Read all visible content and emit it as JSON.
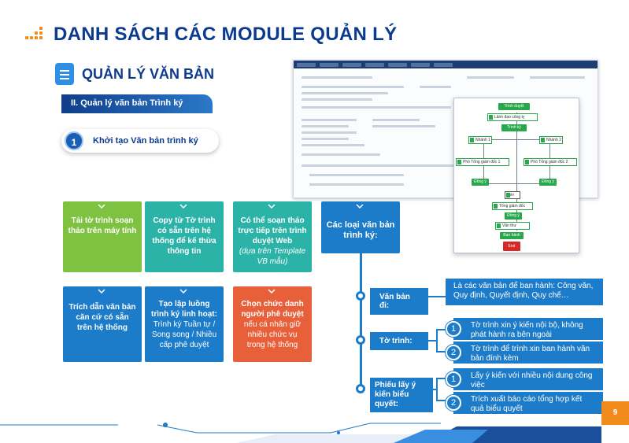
{
  "page": {
    "title": "DANH SÁCH CÁC MODULE QUẢN LÝ",
    "section": "QUẢN LÝ VĂN BẢN",
    "subsection": "II. Quản lý văn bản Trình ký",
    "step": {
      "number": "1",
      "label": "Khởi tạo Văn bản trình ký"
    },
    "page_number": "9"
  },
  "colors": {
    "navy": "#0b3a8f",
    "blue": "#1c7cc9",
    "green": "#7fc241",
    "teal": "#2bb3a7",
    "red": "#e8603a",
    "orange": "#f08b1c"
  },
  "cards_row1": [
    {
      "bold": "Tải tờ trình soạn thảo trên máy tính",
      "normal": "",
      "italic": "",
      "color": "green"
    },
    {
      "bold": "Copy từ Tờ trình có sẵn trên hệ thống để kế thừa thông tin",
      "normal": "",
      "italic": "",
      "color": "teal"
    },
    {
      "bold": "Có thể soạn thảo trực tiếp trên trình duyệt Web",
      "normal": "",
      "italic": "(dựa trên Template VB mẫu)",
      "color": "teal"
    }
  ],
  "cards_row2": [
    {
      "bold": "Trích dẫn văn bản căn cứ có sẵn trên hệ thống",
      "normal": "",
      "italic": "",
      "color": "blue"
    },
    {
      "bold": "Tạo lập luồng trình ký linh hoạt:",
      "normal": "Trình ký Tuần tự / Song song / Nhiều cấp phê duyệt",
      "italic": "",
      "color": "blue"
    },
    {
      "bold": "Chọn chức danh người phê duyệt",
      "normal": "nếu cá nhân giữ nhiều chức vụ trong hệ thống",
      "italic": "",
      "color": "red"
    }
  ],
  "types_card": {
    "label": "Các loại văn bản trình ký:"
  },
  "types": [
    {
      "label": "Văn bản đi:",
      "items": [
        {
          "num": "",
          "text": "Là các văn bản để ban hành: Công văn, Quy định, Quyết định, Quy chế…"
        }
      ]
    },
    {
      "label": "Tờ trình:",
      "items": [
        {
          "num": "1",
          "text": "Tờ trình xin ý kiến nội bộ, không phát hành ra bên ngoài"
        },
        {
          "num": "2",
          "text": "Tờ trình để trình xin ban hành văn bản đính kèm"
        }
      ]
    },
    {
      "label": "Phiếu lấy ý kiến biểu quyết:",
      "items": [
        {
          "num": "1",
          "text": "Lấy ý kiến với nhiều nội dung công việc"
        },
        {
          "num": "2",
          "text": "Trích xuất báo cáo tổng hợp kết quả biểu quyết"
        }
      ]
    }
  ],
  "workflow": {
    "start": "Trình duyệt",
    "leader": "Lãnh đạo công ty",
    "approve": "Trình ký",
    "branch1": "Nhánh 1",
    "branch2": "Nhánh 2",
    "deputy1": "Phó Tổng giám đốc 1",
    "deputy2": "Phó Tổng giám đốc 2",
    "agree": "Đồng ý",
    "join": "Join",
    "ceo": "Tổng giám đốc",
    "clerk": "Văn thư",
    "issue": "Ban hành",
    "end": "End"
  }
}
